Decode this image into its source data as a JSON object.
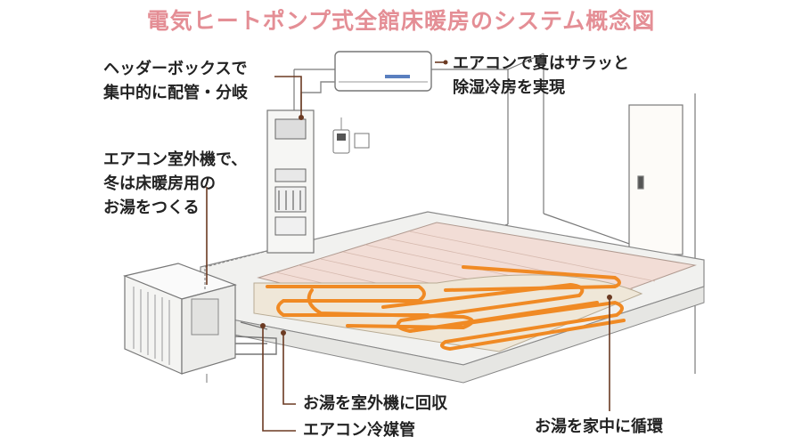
{
  "title": "電気ヒートポンプ式全館床暖房のシステム概念図",
  "labels": {
    "header_box": [
      "ヘッダーボックスで",
      "集中的に配管・分岐"
    ],
    "aircon": [
      "エアコンで夏はサラッと",
      "除湿冷房を実現"
    ],
    "outdoor_unit": [
      "エアコン室外機で、",
      "冬は床暖房用の",
      "お湯をつくる"
    ],
    "return_pipe": "お湯を室外機に回収",
    "refrigerant_pipe": "エアコン冷媒管",
    "circulation": "お湯を家中に循環"
  },
  "colors": {
    "title": "#e48e95",
    "leader": "#6b3a22",
    "pipe": "#f08a24",
    "floor_board": "#f2ddd6",
    "wall_line": "#7a7a7a"
  }
}
